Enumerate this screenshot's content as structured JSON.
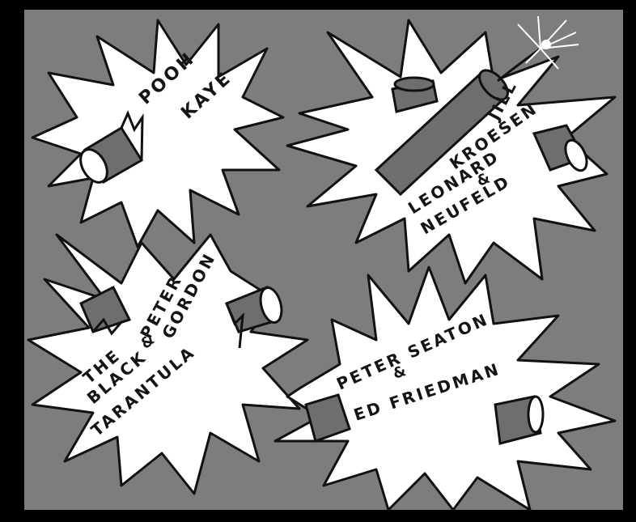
{
  "colors": {
    "frame": "#000000",
    "panel": "#7d7d7d",
    "burst": "#ffffff",
    "ink": "#141414",
    "dynamite": "#6e6e6e"
  },
  "bursts": [
    {
      "name": "pooh-kaye",
      "lines": [
        "POOH",
        "KAYE"
      ]
    },
    {
      "name": "kroesen-neufeld",
      "lines": [
        "JILL",
        "KROESEN",
        "&",
        "LEONARD",
        "NEUFELD"
      ]
    },
    {
      "name": "black-tarantula-gordon",
      "lines": [
        "PETER",
        "GORDON",
        "&",
        "THE",
        "BLACK",
        "TARANTULA"
      ]
    },
    {
      "name": "seaton-friedman",
      "lines": [
        "PETER SEATON",
        "&",
        "ED FRIEDMAN"
      ]
    }
  ]
}
